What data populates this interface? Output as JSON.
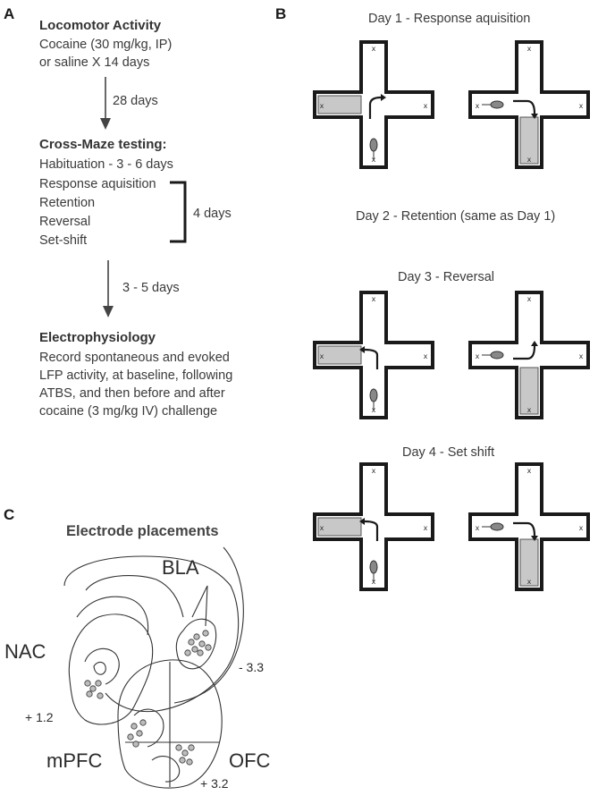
{
  "panel_a": {
    "label": "A",
    "loco_title": "Locomotor Activity",
    "loco_line1": "Cocaine (30 mg/kg, IP)",
    "loco_line2": "or saline  X  14 days",
    "interval1": "28 days",
    "maze_title": "Cross-Maze testing:",
    "habituation": "Habituation  -  3 - 6 days",
    "phases": [
      "Response aquisition",
      "Retention",
      "Reversal",
      "Set-shift"
    ],
    "phase_span": "4 days",
    "interval2": "3 - 5 days",
    "ephys_title": "Electrophysiology",
    "ephys_lines": [
      "Record spontaneous and evoked",
      "LFP activity, at baseline, following",
      "ATBS, and then before and after",
      "cocaine (3 mg/kg IV) challenge"
    ]
  },
  "panel_b": {
    "label": "B",
    "days": [
      "Day 1 - Response aquisition",
      "Day 2 - Retention (same as Day 1)",
      "Day 3 - Reversal",
      "Day 4 - Set shift"
    ],
    "arm_mark": "x",
    "colors": {
      "goal_arm": "#c8c8c8",
      "wall": "#1a1a1a"
    }
  },
  "panel_c": {
    "label": "C",
    "title": "Electrode placements",
    "regions": {
      "bla": "BLA",
      "nac": "NAC",
      "mpfc": "mPFC",
      "ofc": "OFC"
    },
    "coords": {
      "bla": "- 3.3",
      "nac": "+ 1.2",
      "pfc": "+ 3.2"
    }
  }
}
